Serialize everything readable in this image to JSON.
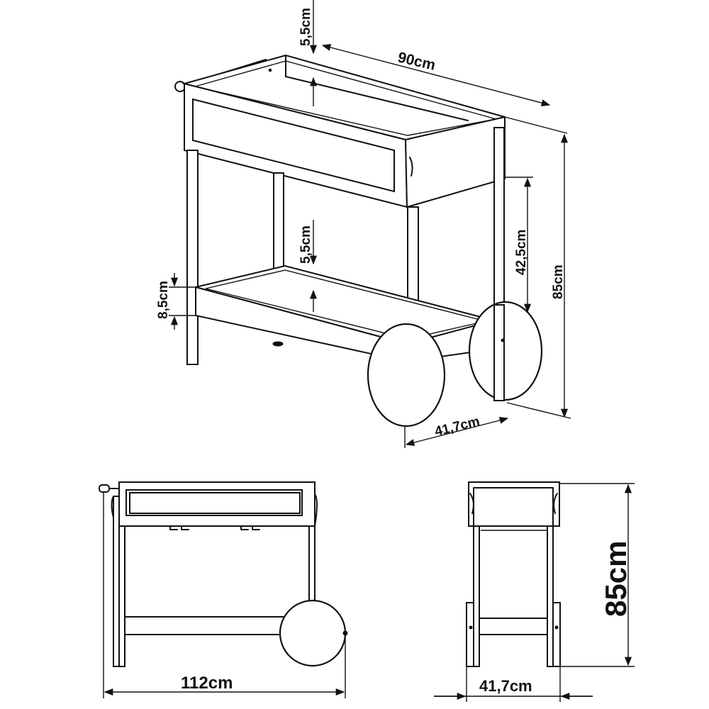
{
  "labels": {
    "top_rim_height": "5,5cm",
    "width": "90cm",
    "shelf_rim_height": "5,5cm",
    "shelf_side_height": "8,5cm",
    "upper_clearance": "42,5cm",
    "total_height": "85cm",
    "depth": "41,7cm",
    "front_total_width": "112cm",
    "side_depth": "41,7cm",
    "side_total_height": "85cm"
  }
}
